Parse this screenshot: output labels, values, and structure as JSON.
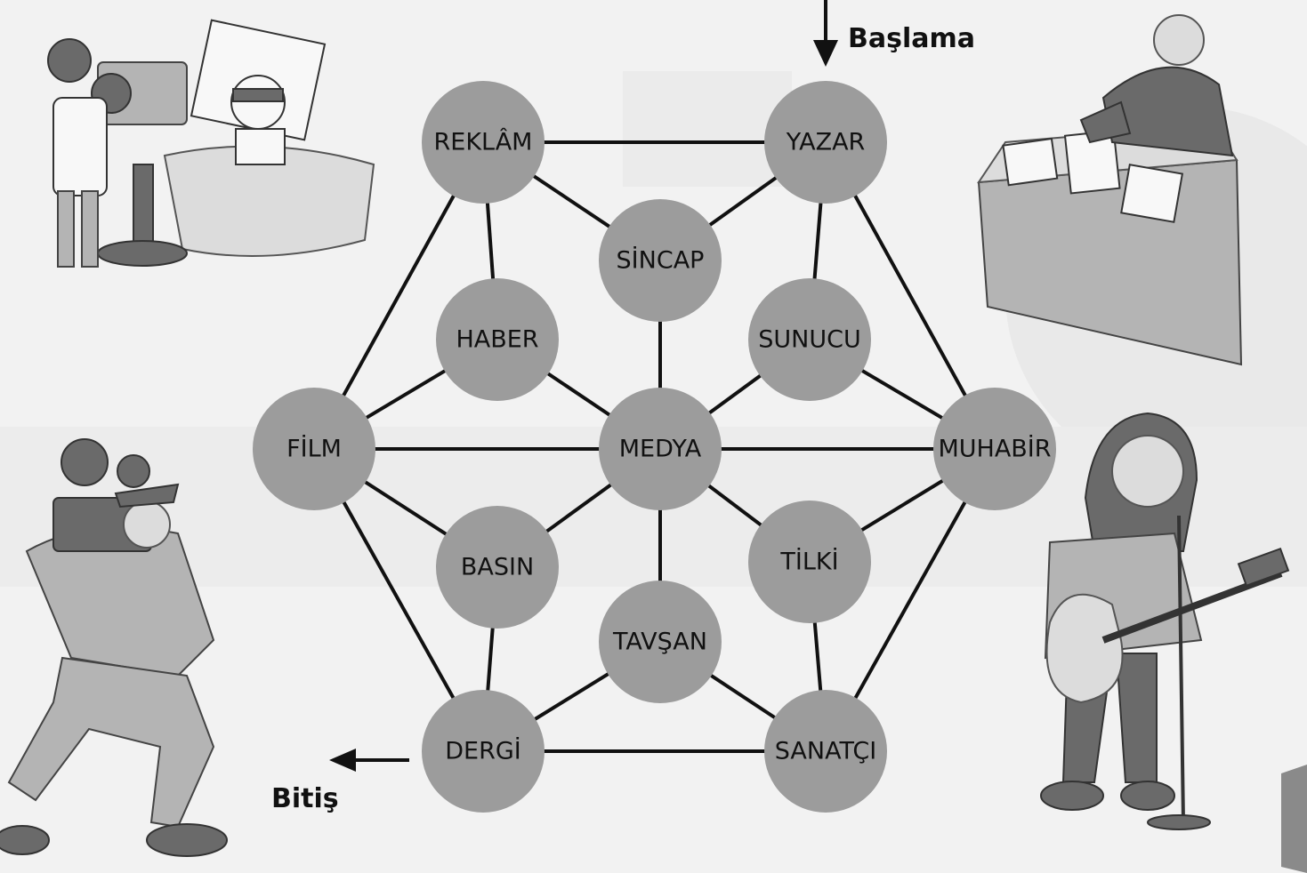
{
  "start_label": "Başlama",
  "end_label": "Bitiş",
  "nodes": {
    "reklam": "REKLÂM",
    "yazar": "YAZAR",
    "sincap": "SİNCAP",
    "haber": "HABER",
    "sunucu": "SUNUCU",
    "film": "FİLM",
    "medya": "MEDYA",
    "muhabir": "MUHABİR",
    "basin": "BASIN",
    "tilki": "TİLKİ",
    "tavsan": "TAVŞAN",
    "dergi": "DERGİ",
    "sanatci": "SANATÇI"
  },
  "colors": {
    "node_fill": "#9c9c9c",
    "line": "#111111",
    "background": "#f2f2f2"
  },
  "icons": [
    "tv-studio-illustration",
    "writer-at-desk-illustration",
    "cameraman-illustration",
    "guitarist-singer-illustration"
  ]
}
